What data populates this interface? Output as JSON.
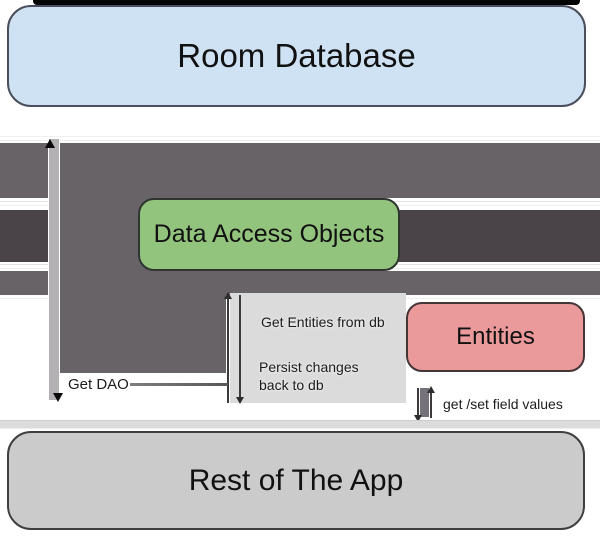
{
  "diagram": {
    "nodes": {
      "room_database": {
        "label": "Room Database",
        "fill": "#cfe2f3"
      },
      "data_access_objects": {
        "label": "Data Access Objects",
        "fill": "#93c47d"
      },
      "entities": {
        "label": "Entities",
        "fill": "#ea9a9a"
      },
      "rest_of_the_app": {
        "label": "Rest of The App",
        "fill": "#cbcbcb"
      }
    },
    "edge_labels": {
      "get_dao": "Get DAO",
      "get_entities_from_db": "Get Entities from db",
      "persist_changes_back_to_db": "Persist changes back to db",
      "get_set_field_values": "get /set field values"
    },
    "colors": {
      "arrow_medium_gray": "#676367",
      "arrow_dark_gray": "#4a4449",
      "arrow_light_bar": "#b4b1b4",
      "label_panel_gray": "#dcdbdc",
      "top_edge_black": "#050505"
    }
  }
}
